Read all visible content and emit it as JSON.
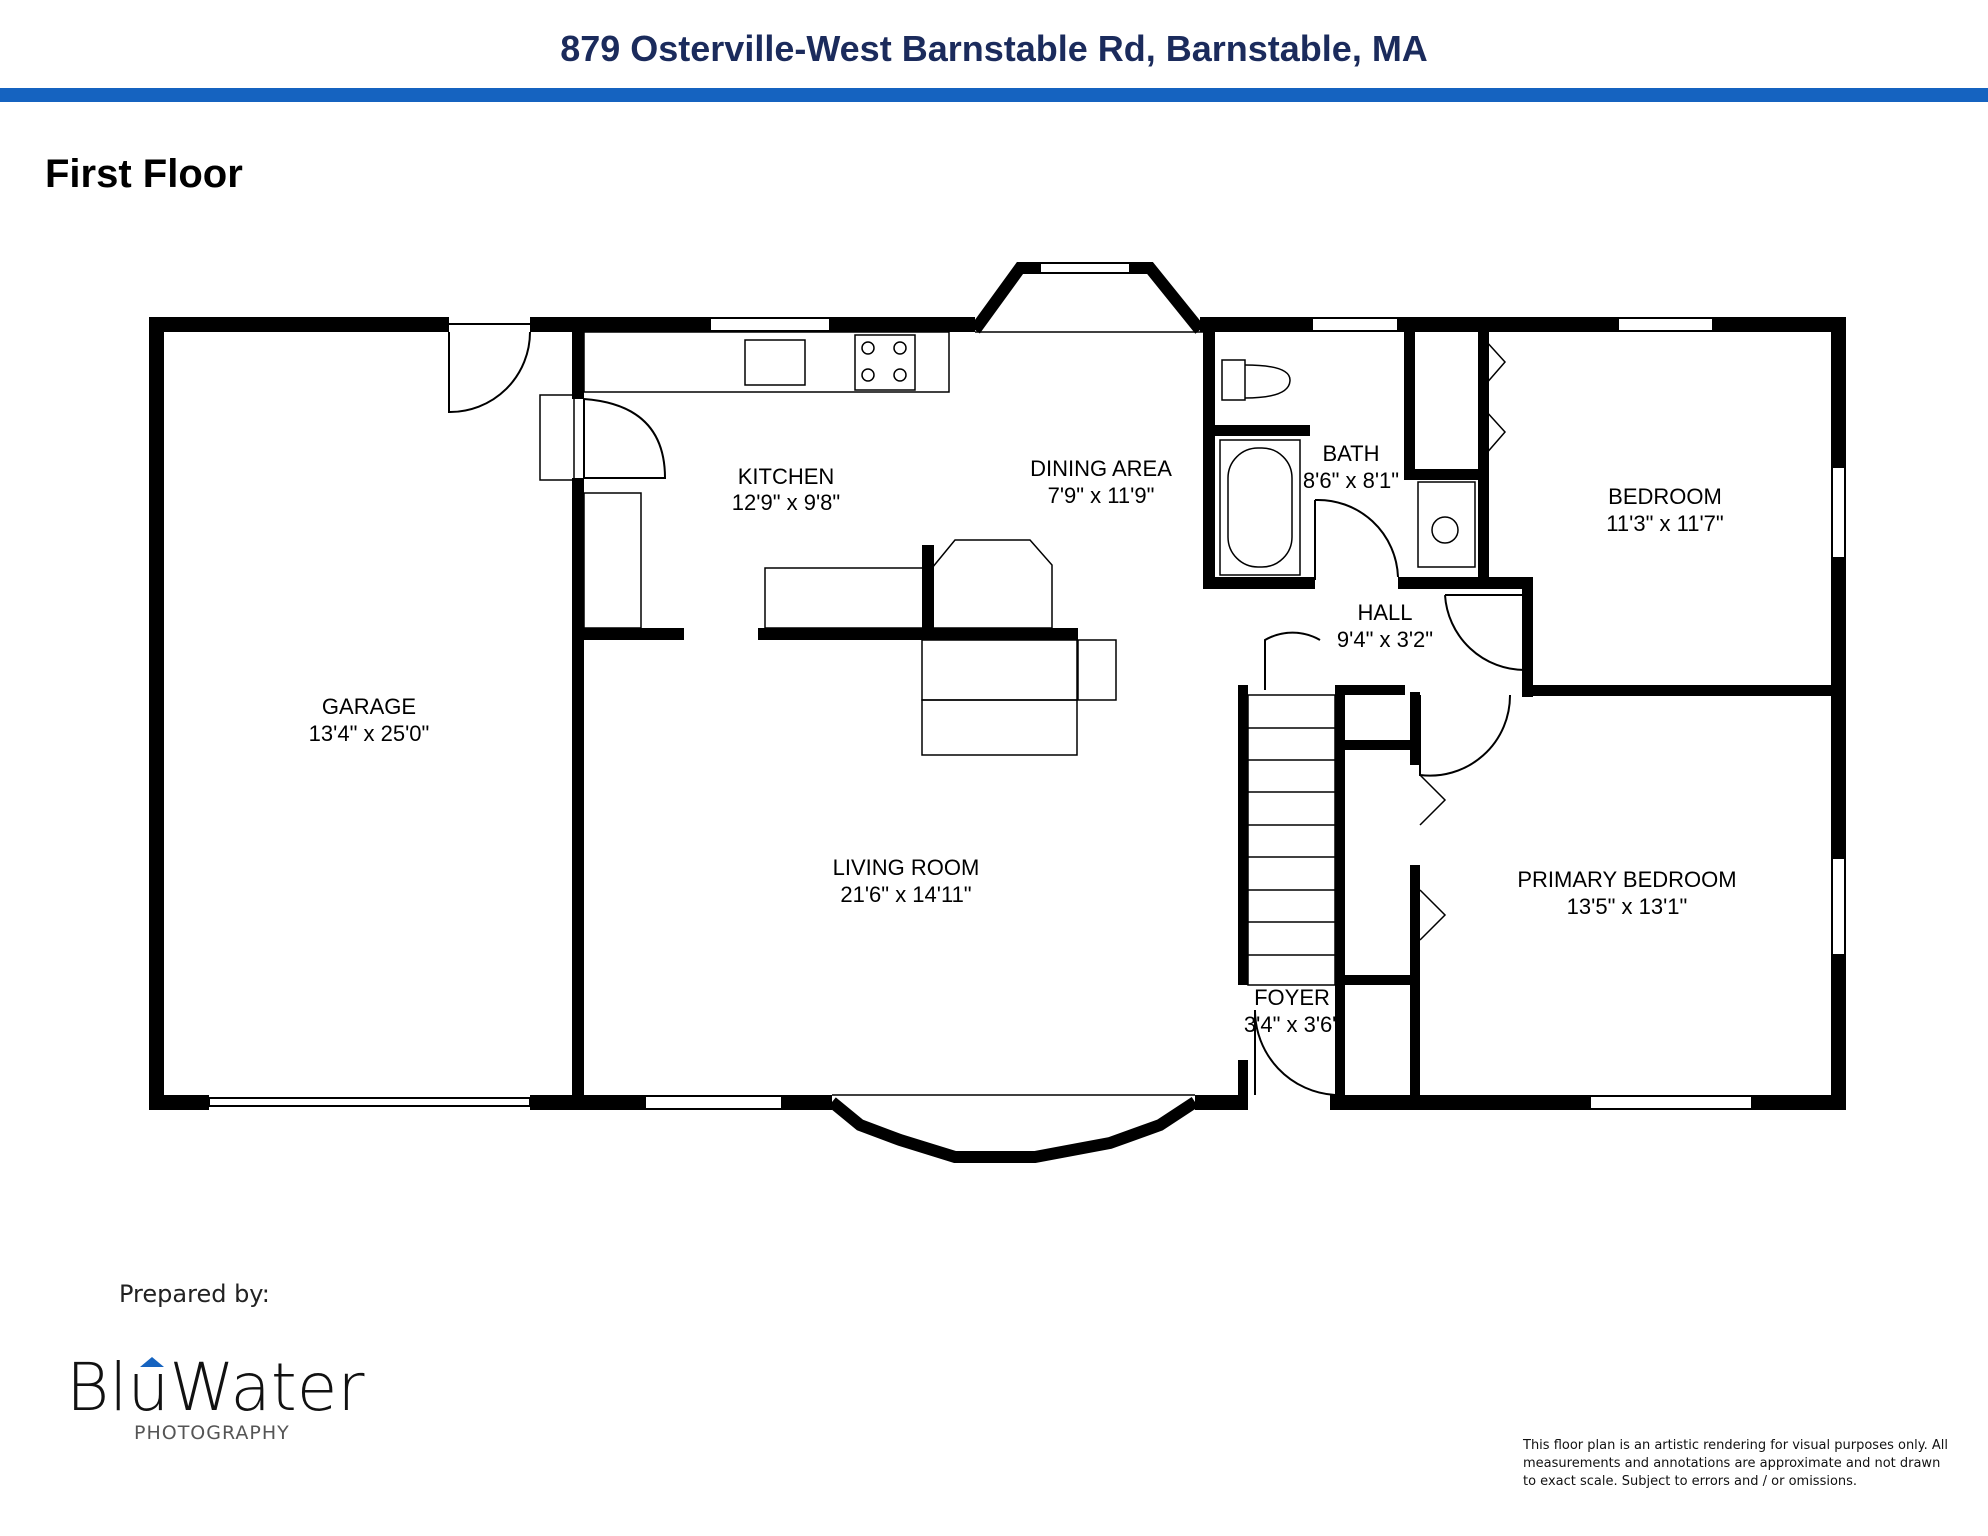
{
  "header": {
    "title": "879 Osterville-West Barnstable Rd, Barnstable, MA",
    "bar_color": "#1563c0",
    "title_color": "#1b2b5c"
  },
  "floor": {
    "name": "First Floor"
  },
  "rooms": [
    {
      "id": "garage",
      "name": "GARAGE",
      "size": "13'4\" x 25'0\""
    },
    {
      "id": "kitchen",
      "name": "KITCHEN",
      "size": "12'9\" x 9'8\""
    },
    {
      "id": "dining",
      "name": "DINING AREA",
      "size": "7'9\" x 11'9\""
    },
    {
      "id": "bath",
      "name": "BATH",
      "size": "8'6\" x 8'1\""
    },
    {
      "id": "bedroom",
      "name": "BEDROOM",
      "size": "11'3\" x 11'7\""
    },
    {
      "id": "hall",
      "name": "HALL",
      "size": "9'4\" x 3'2\""
    },
    {
      "id": "living",
      "name": "LIVING ROOM",
      "size": "21'6\" x 14'11\""
    },
    {
      "id": "primary",
      "name": "PRIMARY BEDROOM",
      "size": "13'5\" x 13'1\""
    },
    {
      "id": "foyer",
      "name": "FOYER",
      "size": "3'4\" x 3'6\""
    }
  ],
  "footer": {
    "prepared_by": "Prepared by:",
    "logo_text": "BluWater",
    "logo_subtext": "PHOTOGRAPHY",
    "logo_accent": "#1563c0",
    "disclaimer": "This floor plan is an artistic rendering for visual purposes only.  All measurements and annotations are approximate and not drawn to exact scale. Subject to errors and / or omissions."
  }
}
